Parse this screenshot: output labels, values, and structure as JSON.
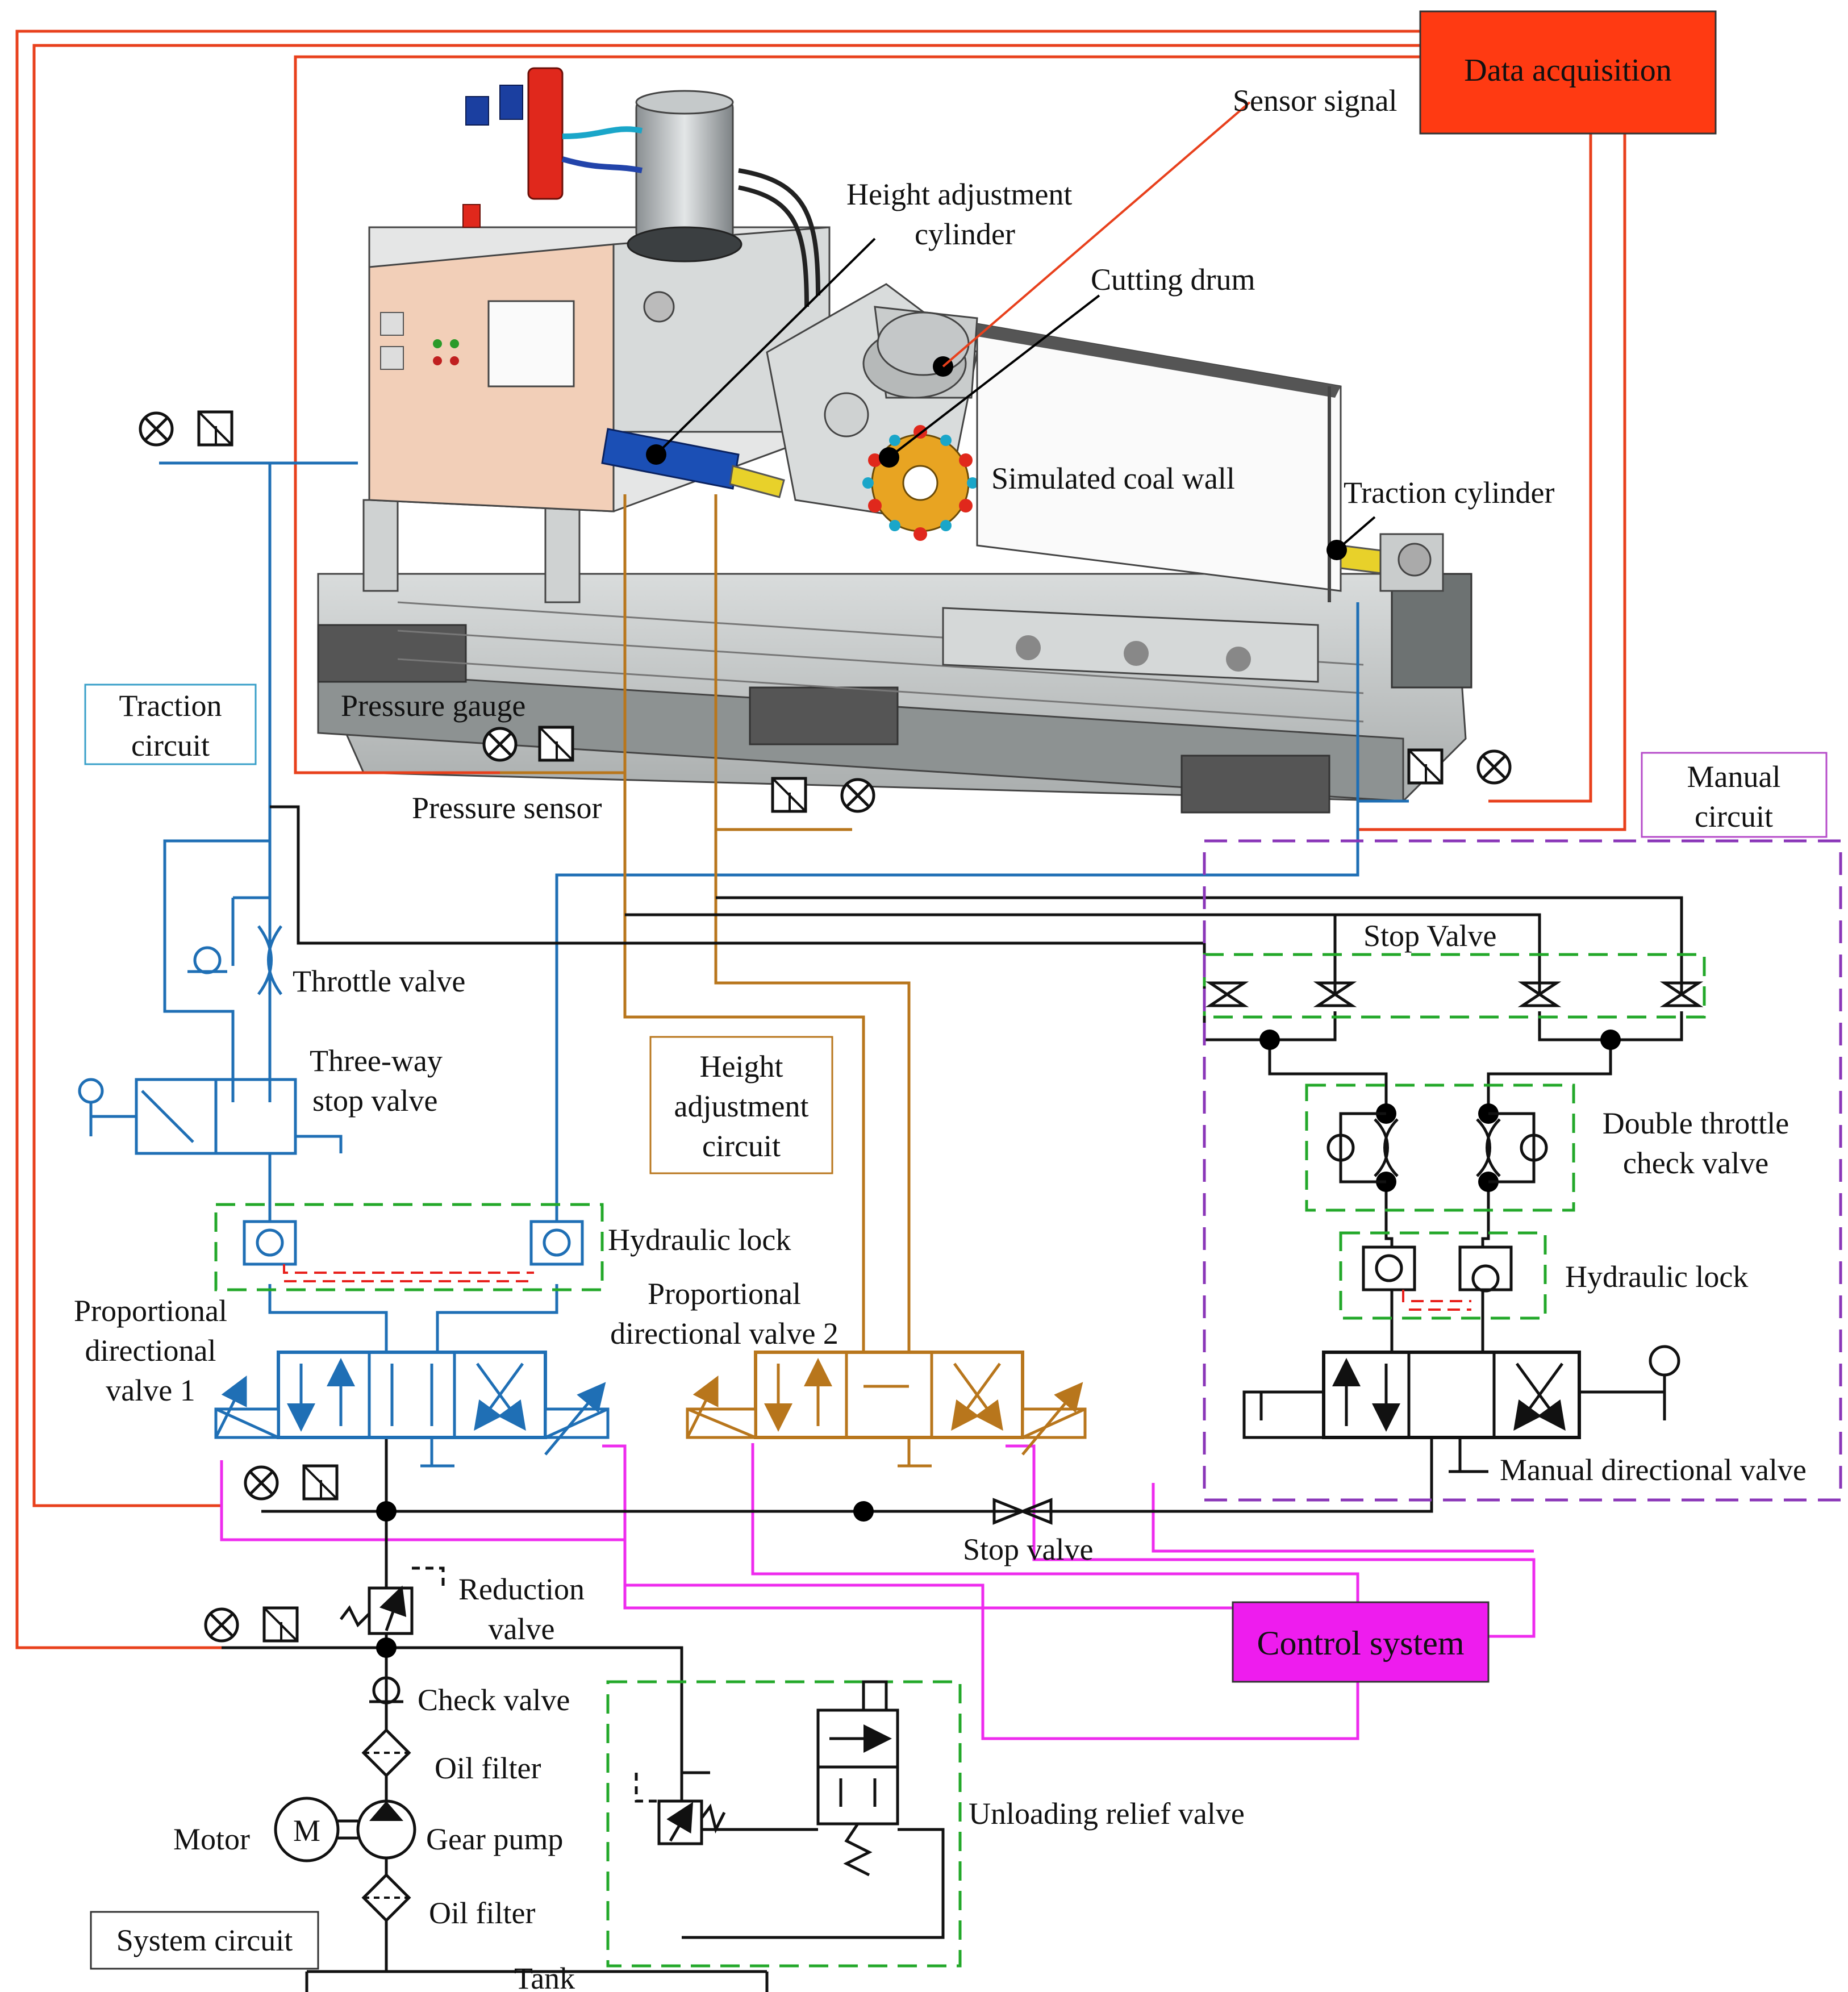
{
  "colors": {
    "data_acquisition": "#ff3a12",
    "control_system": "#ee1cee",
    "traction_line": "#1f6fb5",
    "height_line": "#b8761c",
    "signal_line": "#e8401c",
    "control_line": "#ee2bee",
    "manual_box": "#8a36b8",
    "component_box": "#23a82a"
  },
  "boxes": {
    "data_acquisition": "Data acquisition",
    "control_system": "Control system",
    "traction_circuit": [
      "Traction",
      "circuit"
    ],
    "height_circuit": [
      "Height",
      "adjustment",
      "circuit"
    ],
    "manual_circuit": [
      "Manual",
      "circuit"
    ],
    "system_circuit": "System circuit"
  },
  "labels": {
    "sensor_signal": "Sensor signal",
    "height_cylinder": [
      "Height adjustment",
      "cylinder"
    ],
    "cutting_drum": "Cutting drum",
    "coal_wall": "Simulated coal wall",
    "traction_cylinder": "Traction cylinder",
    "pressure_gauge": "Pressure gauge",
    "pressure_sensor": "Pressure sensor",
    "throttle_valve": "Throttle valve",
    "three_way": [
      "Three-way",
      "stop valve"
    ],
    "hydraulic_lock_left": "Hydraulic lock",
    "prop_valve_1": [
      "Proportional",
      "directional",
      "valve 1"
    ],
    "prop_valve_2": [
      "Proportional",
      "directional valve 2"
    ],
    "stop_valve_top": "Stop Valve",
    "double_throttle": [
      "Double throttle",
      "check valve"
    ],
    "hydraulic_lock_right": "Hydraulic lock",
    "manual_dir_valve": "Manual directional valve",
    "stop_valve_bottom": "Stop valve",
    "reduction_valve": [
      "Reduction",
      "valve"
    ],
    "check_valve": "Check valve",
    "oil_filter_1": "Oil filter",
    "motor": "Motor",
    "motor_symbol": "M",
    "gear_pump": "Gear pump",
    "oil_filter_2": "Oil filter",
    "unloading_relief": "Unloading relief valve",
    "tank": "Tank"
  }
}
